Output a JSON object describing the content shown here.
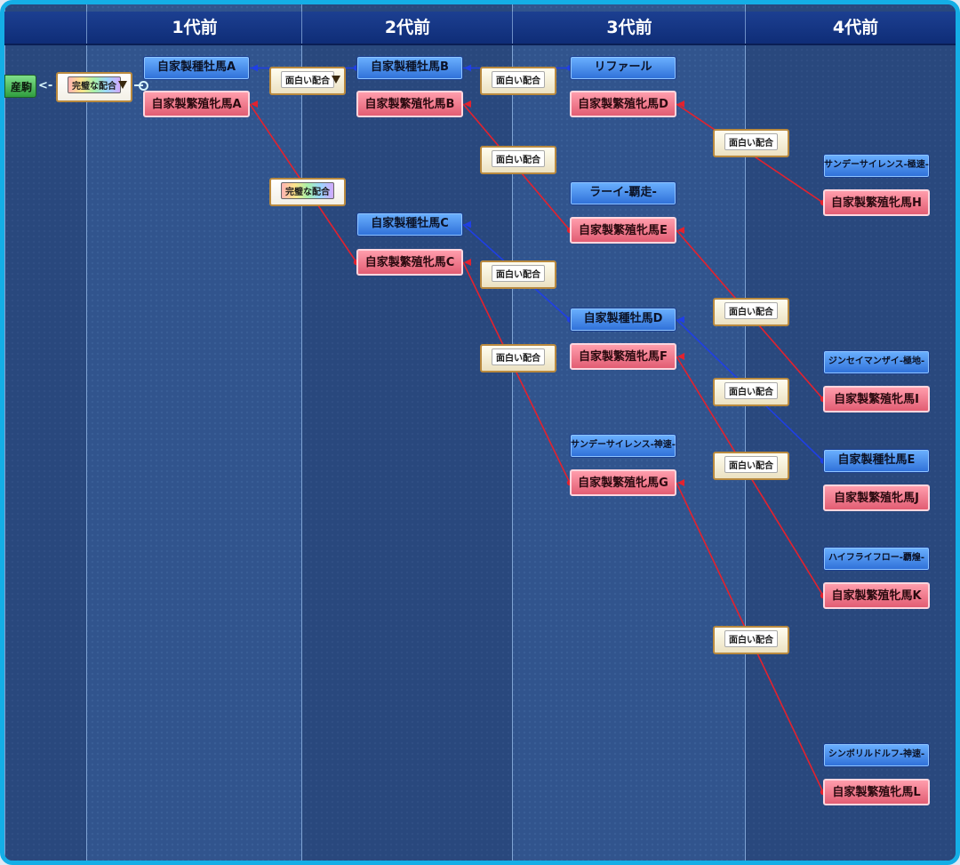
{
  "generations": [
    "1代前",
    "2代前",
    "3代前",
    "4代前"
  ],
  "child_label": "産駒",
  "colors": {
    "sire_link": "#1f3fe6",
    "dam_link": "#e3222e",
    "frame": "#14aee6",
    "panel": "#2b4c83"
  },
  "root_tag": {
    "label": "完璧な配合",
    "perfect": true,
    "dropdown": true
  },
  "horses": {
    "s_A": {
      "name": "自家製種牡馬A",
      "sex": "sire"
    },
    "d_A": {
      "name": "自家製繁殖牝馬A",
      "sex": "dam"
    },
    "s_B": {
      "name": "自家製種牡馬B",
      "sex": "sire"
    },
    "d_B": {
      "name": "自家製繁殖牝馬B",
      "sex": "dam"
    },
    "s_C": {
      "name": "自家製種牡馬C",
      "sex": "sire"
    },
    "d_C": {
      "name": "自家製繁殖牝馬C",
      "sex": "dam"
    },
    "s_ref": {
      "name": "リファール",
      "sex": "sire"
    },
    "d_D": {
      "name": "自家製繁殖牝馬D",
      "sex": "dam"
    },
    "s_rai": {
      "name": "ラーイ-覇走-",
      "sex": "sire"
    },
    "d_E": {
      "name": "自家製繁殖牝馬E",
      "sex": "dam"
    },
    "s_D": {
      "name": "自家製種牡馬D",
      "sex": "sire"
    },
    "d_F": {
      "name": "自家製繁殖牝馬F",
      "sex": "dam"
    },
    "s_sun1": {
      "name": "サンデーサイレンス-神速-",
      "sex": "sire"
    },
    "d_G": {
      "name": "自家製繁殖牝馬G",
      "sex": "dam"
    },
    "s_sun2": {
      "name": "サンデーサイレンス-極速-",
      "sex": "sire"
    },
    "d_H": {
      "name": "自家製繁殖牝馬H",
      "sex": "dam"
    },
    "s_jin": {
      "name": "ジンセイマンザイ-極地-",
      "sex": "sire"
    },
    "d_I": {
      "name": "自家製繁殖牝馬I",
      "sex": "dam"
    },
    "s_E": {
      "name": "自家製種牡馬E",
      "sex": "sire"
    },
    "d_J": {
      "name": "自家製繁殖牝馬J",
      "sex": "dam"
    },
    "s_hai": {
      "name": "ハイフライフロー-覇煌-",
      "sex": "sire"
    },
    "d_K": {
      "name": "自家製繁殖牝馬K",
      "sex": "dam"
    },
    "s_sym": {
      "name": "シンボリルドルフ-神速-",
      "sex": "sire"
    },
    "d_L": {
      "name": "自家製繁殖牝馬L",
      "sex": "dam"
    }
  },
  "pairings": [
    {
      "id": "p1",
      "label": "面白い配合",
      "perfect": false,
      "dropdown": true,
      "sire": "s_B",
      "dam": "d_B",
      "parent": "s_A"
    },
    {
      "id": "p2",
      "label": "完璧な配合",
      "perfect": true,
      "dropdown": false,
      "sire": "s_C",
      "dam": "d_C",
      "parent": "d_A"
    },
    {
      "id": "p3",
      "label": "面白い配合",
      "perfect": false,
      "dropdown": false,
      "sire": "s_ref",
      "dam": "d_D",
      "parent": "s_B"
    },
    {
      "id": "p4",
      "label": "面白い配合",
      "perfect": false,
      "dropdown": false,
      "sire": "s_rai",
      "dam": "d_E",
      "parent": "d_B"
    },
    {
      "id": "p5",
      "label": "面白い配合",
      "perfect": false,
      "dropdown": false,
      "sire": "s_D",
      "dam": "d_F",
      "parent": "s_C"
    },
    {
      "id": "p6",
      "label": "面白い配合",
      "perfect": false,
      "dropdown": false,
      "sire": "s_sun1",
      "dam": "d_G",
      "parent": "d_C"
    },
    {
      "id": "p7",
      "label": "面白い配合",
      "perfect": false,
      "dropdown": false,
      "sire": "s_sun2",
      "dam": "d_H",
      "parent": "d_D"
    },
    {
      "id": "p8",
      "label": "面白い配合",
      "perfect": false,
      "dropdown": false,
      "sire": "s_jin",
      "dam": "d_I",
      "parent": "d_E"
    },
    {
      "id": "p9",
      "label": "面白い配合",
      "perfect": false,
      "dropdown": false,
      "sire": "s_E",
      "dam": "d_J",
      "parent": "s_D"
    },
    {
      "id": "p10",
      "label": "面白い配合",
      "perfect": false,
      "dropdown": false,
      "sire": "s_hai",
      "dam": "d_K",
      "parent": "d_F"
    },
    {
      "id": "p11",
      "label": "面白い配合",
      "perfect": false,
      "dropdown": false,
      "sire": "s_sym",
      "dam": "d_L",
      "parent": "d_G"
    }
  ]
}
